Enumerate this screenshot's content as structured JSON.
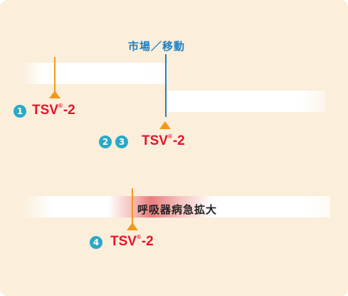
{
  "labels": {
    "market_move": "市場／移動",
    "respiratory": "呼吸器病急拡大"
  },
  "badges": {
    "b1": "1",
    "b2": "2",
    "b3": "3",
    "b4": "4"
  },
  "tsv": {
    "prefix": "TSV",
    "reg": "®",
    "dash_num": "-2"
  },
  "colors": {
    "background": "#fbeeda",
    "orange": "#ef9a1d",
    "blue": "#1f7fc1",
    "red": "#e8132b",
    "teal": "#29a9c6",
    "pink": "#ea7d7d"
  }
}
